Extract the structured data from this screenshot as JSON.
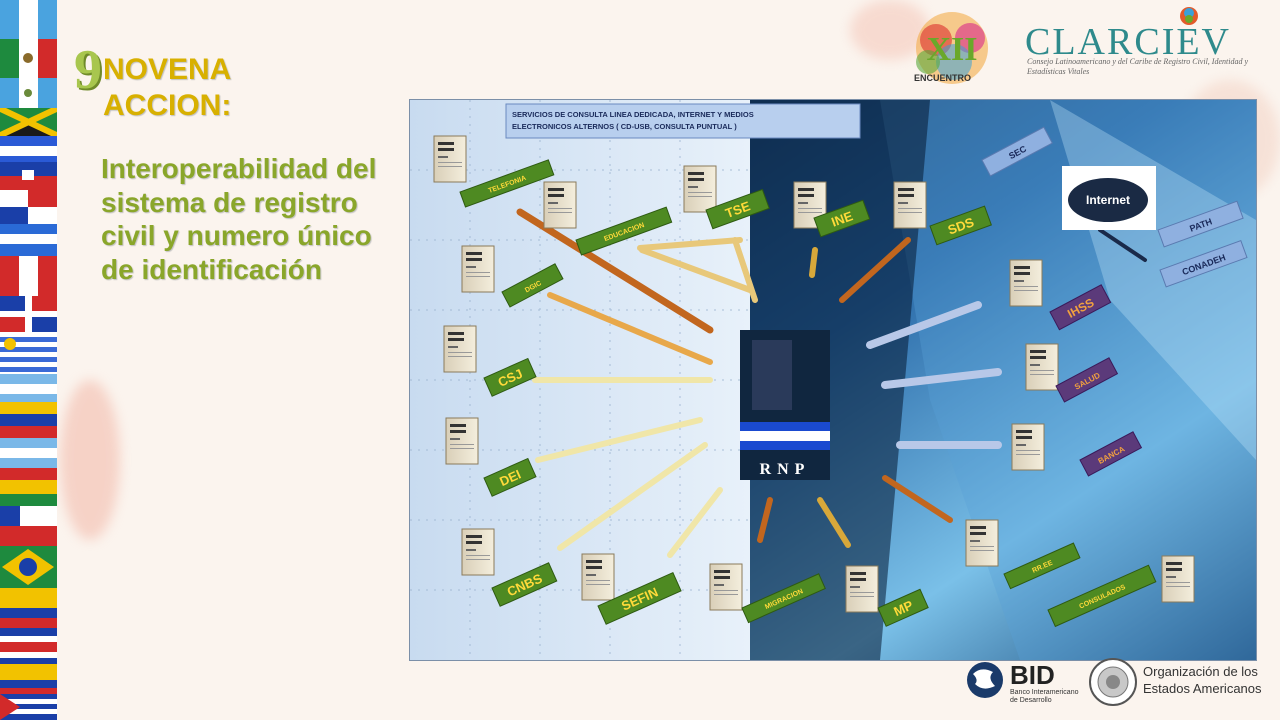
{
  "slide": {
    "number": "9",
    "heading_line1": "NOVENA",
    "heading_line2": "ACCION:",
    "subtitle": "Interoperabilidad del sistema de registro civil y numero único de identificación"
  },
  "header_logo": {
    "name": "CLARCIEV",
    "tagline": "Consejo Latinoamericano y del Caribe de Registro Civil, Identidad y Estadísticas Vitales",
    "badge_numeral": "XII",
    "badge_label": "ENCUENTRO"
  },
  "footer_logos": {
    "bid": "BID",
    "bid_sub_line1": "Banco Interamericano",
    "bid_sub_line2": "de Desarrollo",
    "oea_line1": "Organización de los",
    "oea_line2": "Estados Americanos"
  },
  "diagram": {
    "header_line1": "SERVICIOS DE CONSULTA LINEA DEDICADA, INTERNET Y MEDIOS",
    "header_line2": "ELECTRONICOS ALTERNOS ( CD-USB, CONSULTA PUNTUAL )",
    "center_label": "RNP",
    "internet_label": "Internet",
    "nodes": {
      "telefonia": "TELEFONIA",
      "educacion": "EDUCACION",
      "tse": "TSE",
      "ine": "INE",
      "sds": "SDS",
      "sec": "SEC",
      "path": "PATH",
      "conadeh": "CONADEH",
      "dgic": "DGIC",
      "csj": "CSJ",
      "dei": "DEI",
      "cnbs": "CNBS",
      "sefin": "SEFIN",
      "migracion": "MIGRACION",
      "mp": "MP",
      "ihss": "IHSS",
      "salud": "SALUD",
      "banca": "BANCA",
      "rree": "RR.EE",
      "consulados": "CONSULADOS"
    }
  },
  "colors": {
    "heading_yellow": "#d8b000",
    "subtitle_green": "#8aa62a",
    "green_tag": "#4e8a22",
    "orange_tag": "#c2661e",
    "purple_tag": "#5b3a7a",
    "blue_tag": "#8fb0e0"
  }
}
